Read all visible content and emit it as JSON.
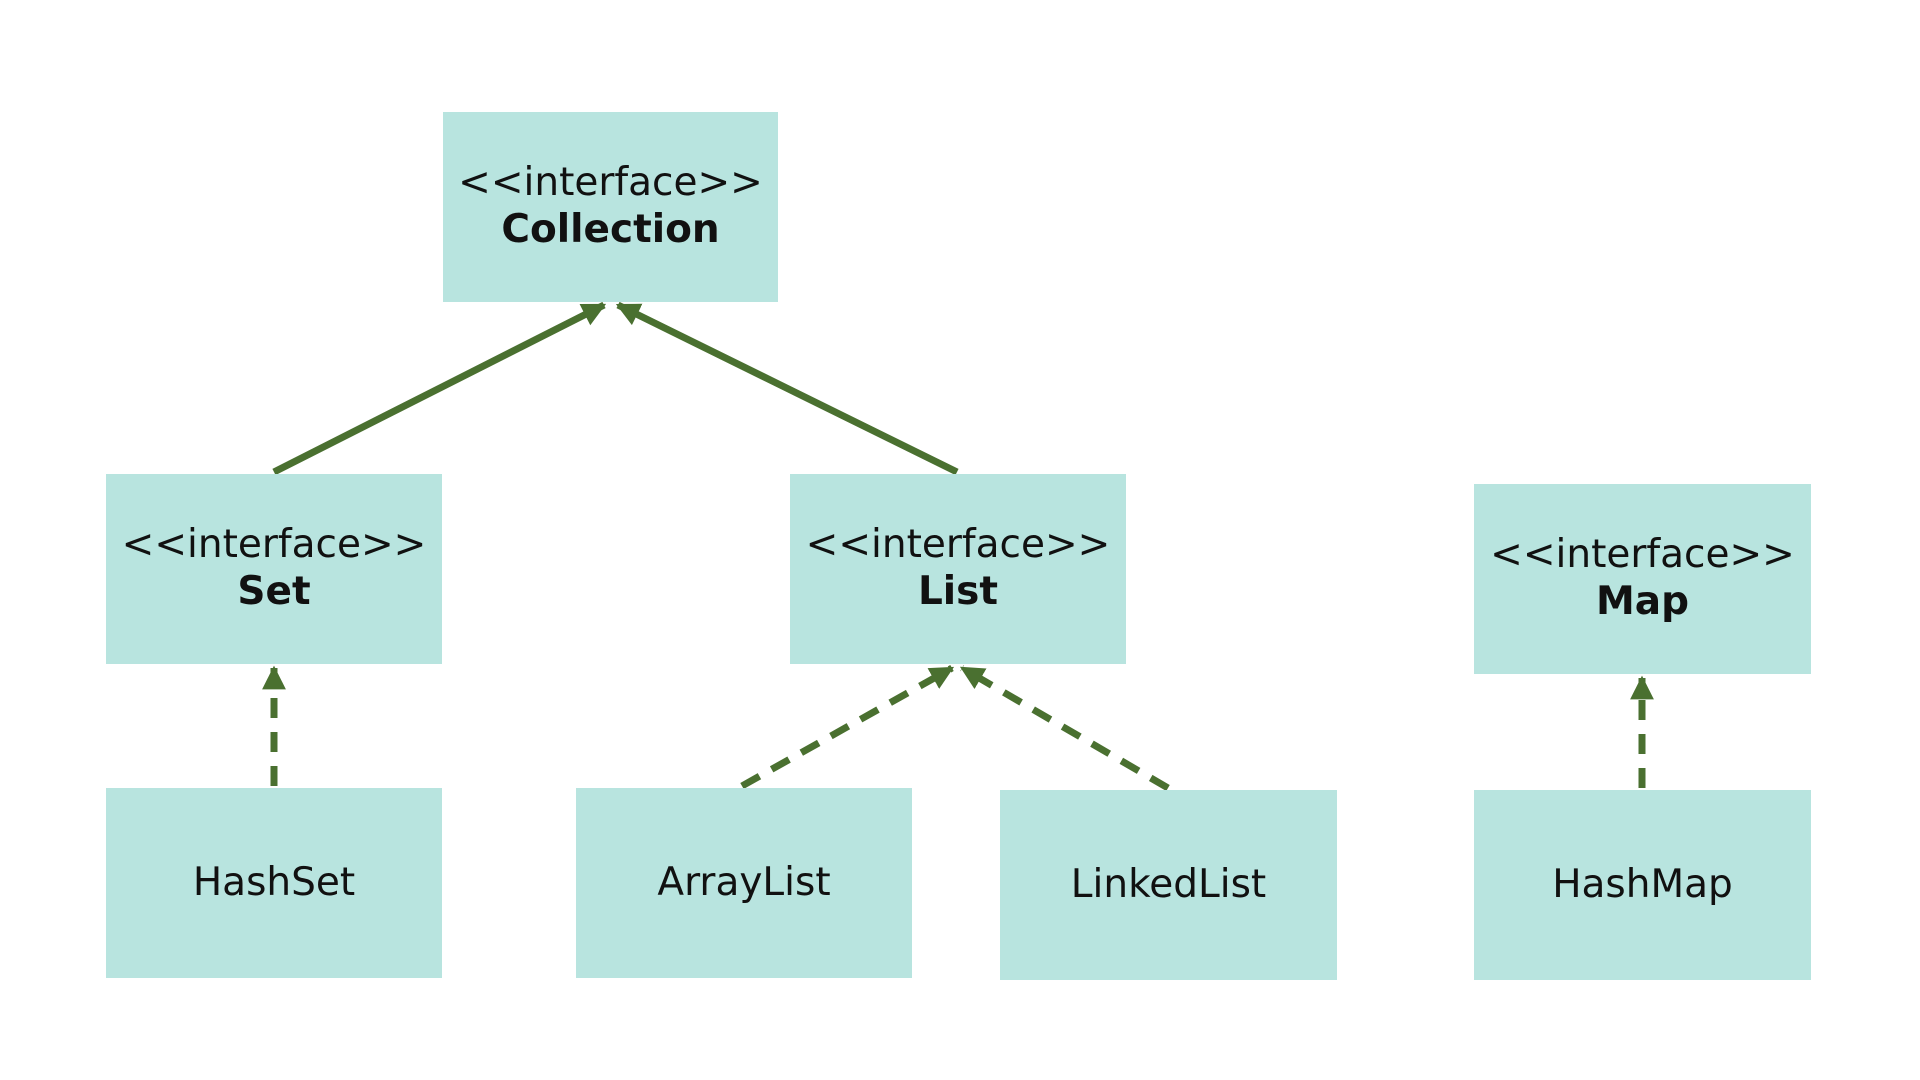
{
  "colors": {
    "node_fill": "#b8e4df",
    "edge_stroke": "#4a7030",
    "text": "#111111",
    "background": "#ffffff"
  },
  "nodes": [
    {
      "id": "collection",
      "stereotype": "<<interface>>",
      "name": "Collection",
      "is_interface": true
    },
    {
      "id": "set",
      "stereotype": "<<interface>>",
      "name": "Set",
      "is_interface": true
    },
    {
      "id": "list",
      "stereotype": "<<interface>>",
      "name": "List",
      "is_interface": true
    },
    {
      "id": "map",
      "stereotype": "<<interface>>",
      "name": "Map",
      "is_interface": true
    },
    {
      "id": "hashset",
      "stereotype": "",
      "name": "HashSet",
      "is_interface": false
    },
    {
      "id": "arraylist",
      "stereotype": "",
      "name": "ArrayList",
      "is_interface": false
    },
    {
      "id": "linkedlist",
      "stereotype": "",
      "name": "LinkedList",
      "is_interface": false
    },
    {
      "id": "hashmap",
      "stereotype": "",
      "name": "HashMap",
      "is_interface": false
    }
  ],
  "edges": [
    {
      "from": "set",
      "to": "collection",
      "style": "solid"
    },
    {
      "from": "list",
      "to": "collection",
      "style": "solid"
    },
    {
      "from": "hashset",
      "to": "set",
      "style": "dashed"
    },
    {
      "from": "arraylist",
      "to": "list",
      "style": "dashed"
    },
    {
      "from": "linkedlist",
      "to": "list",
      "style": "dashed"
    },
    {
      "from": "hashmap",
      "to": "map",
      "style": "dashed"
    }
  ]
}
